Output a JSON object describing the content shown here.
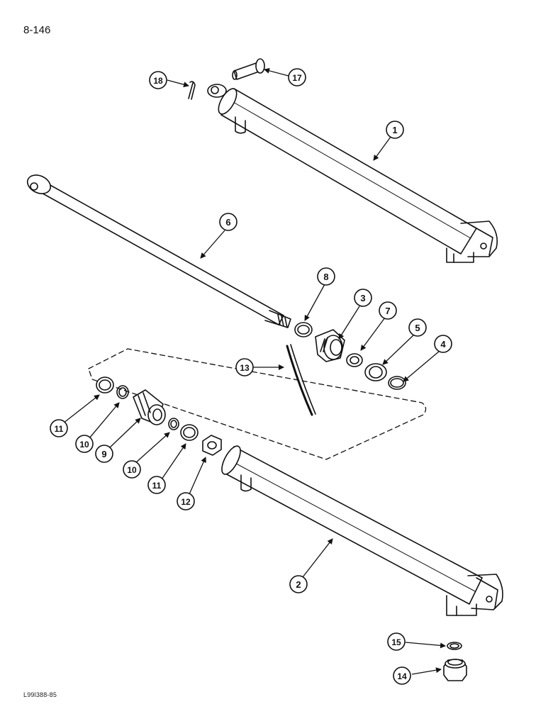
{
  "page_number": "8-146",
  "figure_code": "L99l388-85",
  "callouts": [
    {
      "id": "c1",
      "label": "1"
    },
    {
      "id": "c2",
      "label": "2"
    },
    {
      "id": "c3",
      "label": "3"
    },
    {
      "id": "c4",
      "label": "4"
    },
    {
      "id": "c5",
      "label": "5"
    },
    {
      "id": "c6",
      "label": "6"
    },
    {
      "id": "c7",
      "label": "7"
    },
    {
      "id": "c8",
      "label": "8"
    },
    {
      "id": "c9",
      "label": "9"
    },
    {
      "id": "c10a",
      "label": "10"
    },
    {
      "id": "c10b",
      "label": "10"
    },
    {
      "id": "c11a",
      "label": "11"
    },
    {
      "id": "c11b",
      "label": "11"
    },
    {
      "id": "c12",
      "label": "12"
    },
    {
      "id": "c13",
      "label": "13"
    },
    {
      "id": "c14",
      "label": "14"
    },
    {
      "id": "c15",
      "label": "15"
    },
    {
      "id": "c17",
      "label": "17"
    },
    {
      "id": "c18",
      "label": "18"
    }
  ]
}
